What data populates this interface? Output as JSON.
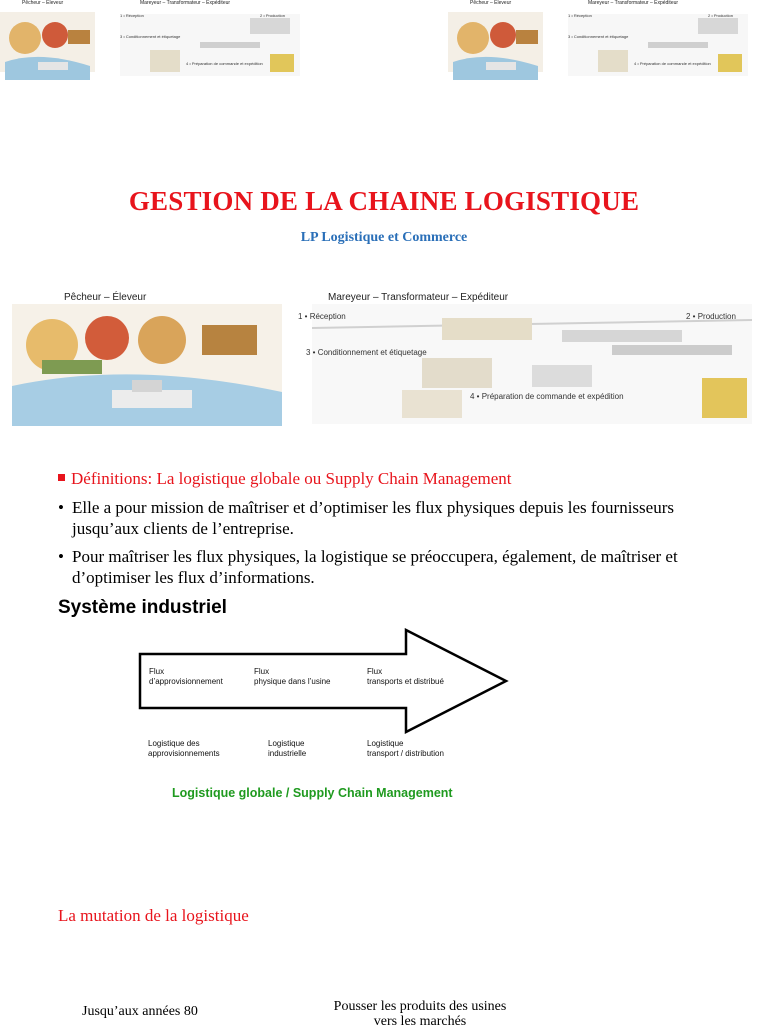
{
  "banner": {
    "producer_label": "Pêcheur – Éleveur",
    "processor_label": "Mareyeur – Transformateur – Expéditeur",
    "steps": [
      "1 • Réception",
      "2 • Production",
      "3 • Conditionnement et étiquetage",
      "4 • Préparation de commande et expédition"
    ]
  },
  "title": "GESTION DE LA CHAINE LOGISTIQUE",
  "subtitle": "LP Logistique et Commerce",
  "definitions": "Définitions: La logistique globale ou Supply Chain Management",
  "bullets": [
    "Elle a pour mission de maîtriser et d’optimiser les flux physiques depuis les fournisseurs jusqu’aux clients de l’entreprise.",
    "Pour maîtriser les flux physiques, la logistique se préoccupera, également, de maîtriser et d’optimiser les flux d’informations."
  ],
  "bullet_symbol": "•",
  "system_heading": "Système industriel",
  "arrow_flux": [
    {
      "line1": "Flux",
      "line2": "d’approvisionnement"
    },
    {
      "line1": "Flux",
      "line2": "physique dans l’usine"
    },
    {
      "line1": "Flux",
      "line2": "transports et distribué"
    }
  ],
  "logistics_labels": [
    {
      "line1": "Logistique des",
      "line2": "approvisionnements"
    },
    {
      "line1": "Logistique",
      "line2": "industrielle"
    },
    {
      "line1": "Logistique",
      "line2": "transport / distribution"
    }
  ],
  "global_label": "Logistique globale / Supply Chain Management",
  "mutation_heading": "La mutation de la logistique",
  "table_left": "Jusqu’aux années 80",
  "table_right_line1": "Pousser les produits des usines",
  "table_right_line2": "vers les marchés",
  "colors": {
    "title_red": "#e8141c",
    "subtitle_blue": "#2a6fb8",
    "green": "#1f9a1f"
  }
}
